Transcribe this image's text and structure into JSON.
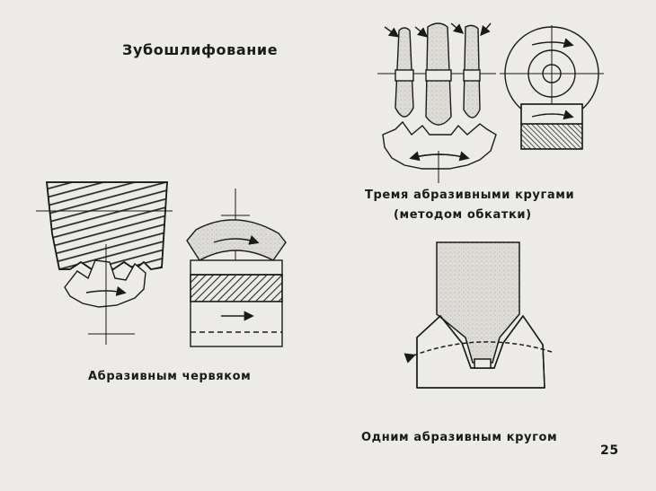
{
  "title": "Зубошлифование",
  "captions": {
    "worm": "Абразивным червяком",
    "three_wheels_line1": "Тремя абразивными кругами",
    "three_wheels_line2": "(методом обкатки)",
    "one_wheel": "Одним абразивным кругом"
  },
  "page_number": "25",
  "colors": {
    "background": "#ecebe7",
    "ink": "#1a1a1a",
    "abrasive": "#d8d6d0",
    "hatch": "#2a2a2a"
  }
}
